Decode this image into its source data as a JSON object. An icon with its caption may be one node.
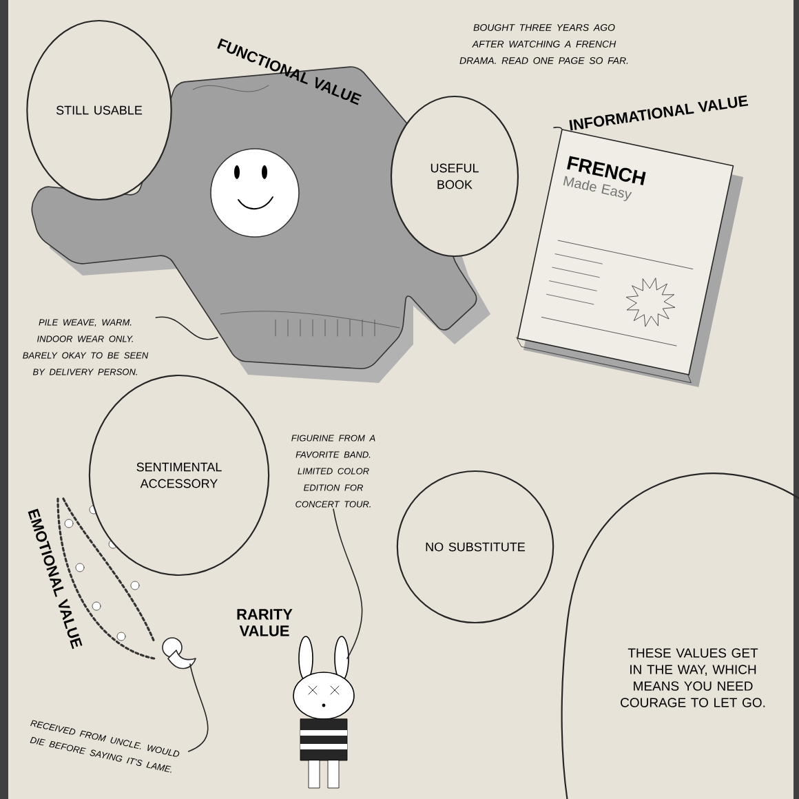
{
  "diagram": {
    "nodes": [
      {
        "text": [
          "STILL USABLE"
        ]
      },
      {
        "text": [],
        "shape": "picture"
      },
      {
        "text": [
          "USEFUL BOOK"
        ]
      },
      {
        "text": [
          "INFORMATIONAL VALUE"
        ]
      },
      {
        "text": [
          "FRENCH",
          "Made Easy"
        ]
      },
      {
        "text": [
          "PILE WEAVE, WARM. INDOOR WEAR ONLY. BARELY OKAY TO BE SEEN BY DELIVERY PERSON."
        ]
      },
      {
        "text": [
          "SENTIMENTAL ACCESSORY"
        ]
      },
      {
        "text": [
          "FIGURINE FROM A FAVORITE BAND. LIMITED COLOR EDITION FOR CONCERT TOUR."
        ]
      },
      {
        "text": [],
        "shape": "picture"
      },
      {
        "text": [
          "NO SUBSTITUTE"
        ]
      },
      {
        "text": [],
        "shape": "picture"
      },
      {
        "text": [
          "THESE VALUES GET IN THE WAY, WHICH MEANS YOU NEED COURAGE TO LET GO."
        ]
      },
      {
        "text": [
          "RECEIVED FROM UNCLE. WOULD DIE BEFORE SAYING IT'S LAME."
        ]
      }
    ],
    "edges": [
      {
        "from": 1,
        "to": 5,
        "arrow": "none"
      },
      {
        "from": 4,
        "to": 3,
        "arrow": "none"
      },
      {
        "from": 10,
        "to": 7,
        "arrow": "none"
      },
      {
        "from": 8,
        "to": 12,
        "arrow": "none"
      }
    ],
    "labels": [
      "FUNCTIONAL VALUE",
      "BOUGHT THREE YEARS AGO AFTER WATCHING A FRENCH DRAMA. READ ONE PAGE SO FAR.",
      "EMOTIONAL VALUE",
      "RARITY VALUE"
    ]
  }
}
